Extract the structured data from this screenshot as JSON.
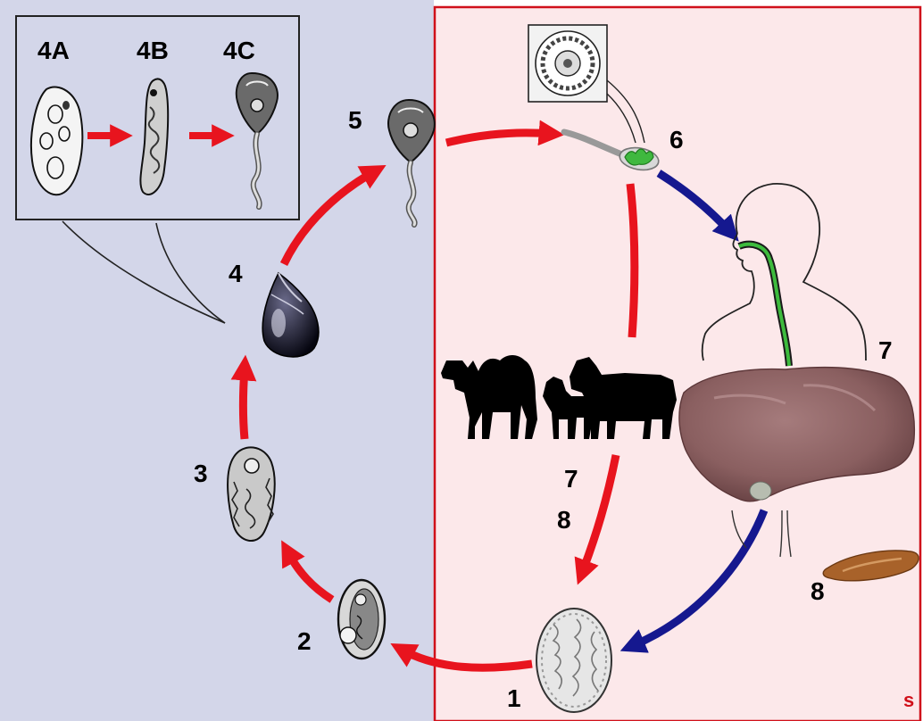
{
  "labels": {
    "inset_4a": "4A",
    "inset_4b": "4B",
    "inset_4c": "4C",
    "stage_1": "1",
    "stage_2": "2",
    "stage_3": "3",
    "stage_4": "4",
    "stage_5": "5",
    "stage_6": "6",
    "stage_7_host": "7",
    "stage_7_animals": "7",
    "stage_8_animals": "8",
    "stage_8_fluke": "8",
    "corner_mark": "s"
  },
  "colors": {
    "environment_bg": "#d3d6e9",
    "host_bg": "#fce8ea",
    "host_border": "#d0101a",
    "arrow_red": "#e8141e",
    "arrow_blue": "#15188f",
    "liver": "#8a5f60",
    "fluke": "#a8622a",
    "larva_track": "#2a9a2a"
  },
  "icons": [
    "egg-icon",
    "miracidium-icon",
    "snail-icon",
    "sporocyst-icon",
    "redia-icon",
    "cercaria-icon",
    "metacercaria-icon",
    "spoon-with-vegetation-icon",
    "human-head-icon",
    "camel-icon",
    "goat-icon",
    "cow-icon",
    "liver-icon",
    "adult-fluke-icon"
  ]
}
